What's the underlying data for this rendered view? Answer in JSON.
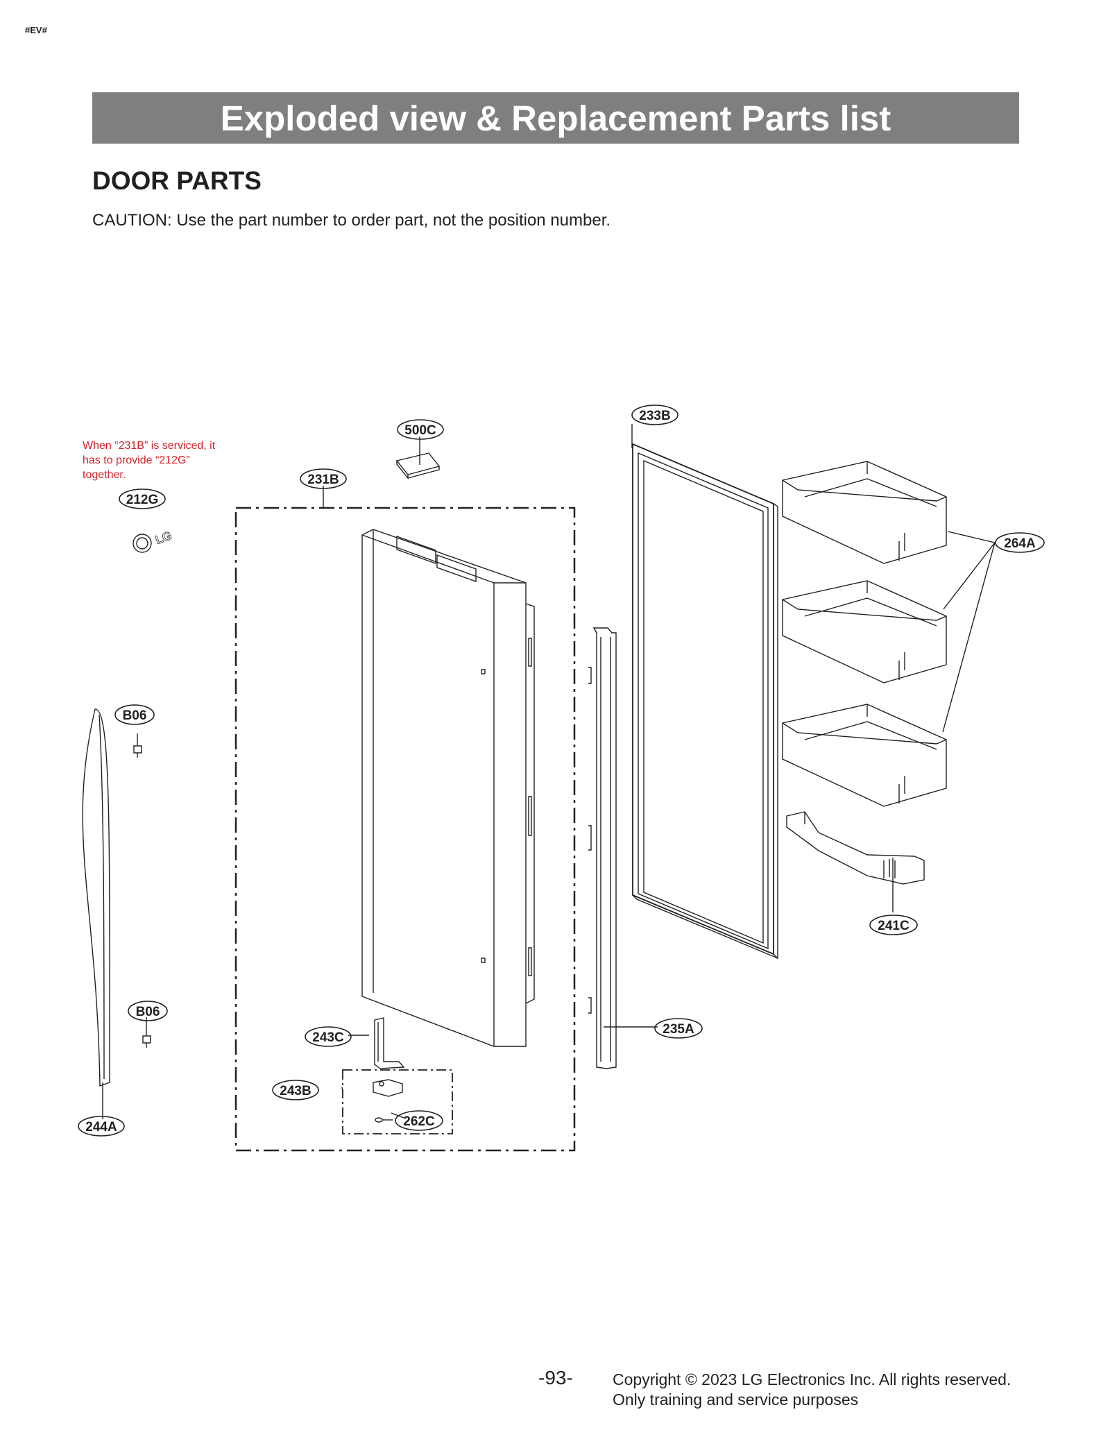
{
  "page_tag": "#EV#",
  "header": {
    "title": "Exploded view & Replacement Parts list"
  },
  "section_title": "DOOR PARTS",
  "caution": "CAUTION: Use the part number to order part, not the position number.",
  "service_note": "When “231B” is serviced, it has to provide “212G” together.",
  "logo_text": "LG",
  "callouts": {
    "c500C": "500C",
    "c233B": "233B",
    "c231B": "231B",
    "c212G": "212G",
    "c264A": "264A",
    "c241C": "241C",
    "c235A": "235A",
    "c243C": "243C",
    "c243B": "243B",
    "c262C": "262C",
    "cB06a": "B06",
    "cB06b": "B06",
    "c244A": "244A"
  },
  "footer": {
    "page_number": "-93-",
    "copyright_line1": "Copyright © 2023 LG Electronics Inc. All rights reserved.",
    "copyright_line2": "Only training and service purposes"
  }
}
